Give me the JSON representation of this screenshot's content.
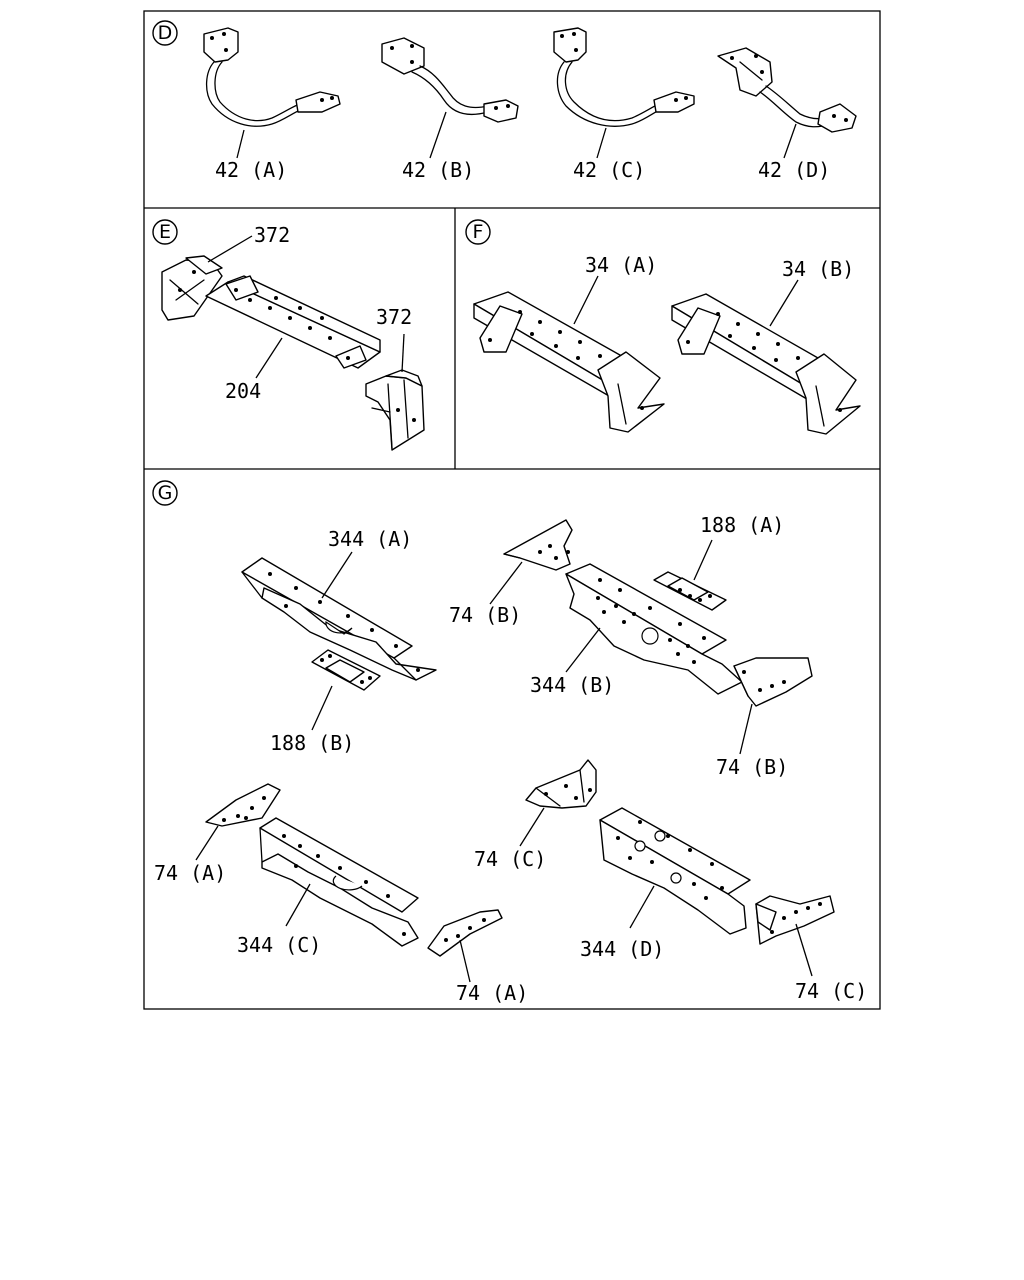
{
  "sections": {
    "d": {
      "letter": "D"
    },
    "e": {
      "letter": "E"
    },
    "f": {
      "letter": "F"
    },
    "g": {
      "letter": "G"
    }
  },
  "callouts": {
    "d_42a": "42 (A)",
    "d_42b": "42 (B)",
    "d_42c": "42 (C)",
    "d_42d": "42 (D)",
    "e_372_top": "372",
    "e_372_right": "372",
    "e_204": "204",
    "f_34a": "34 (A)",
    "f_34b": "34 (B)",
    "g_344a": "344 (A)",
    "g_188b": "188 (B)",
    "g_188a": "188 (A)",
    "g_74b_left": "74 (B)",
    "g_344b": "344 (B)",
    "g_74b_right": "74 (B)",
    "g_74a_left": "74 (A)",
    "g_344c": "344 (C)",
    "g_74a_bottom": "74 (A)",
    "g_74c_top": "74 (C)",
    "g_344d": "344 (D)",
    "g_74c_right": "74 (C)"
  }
}
